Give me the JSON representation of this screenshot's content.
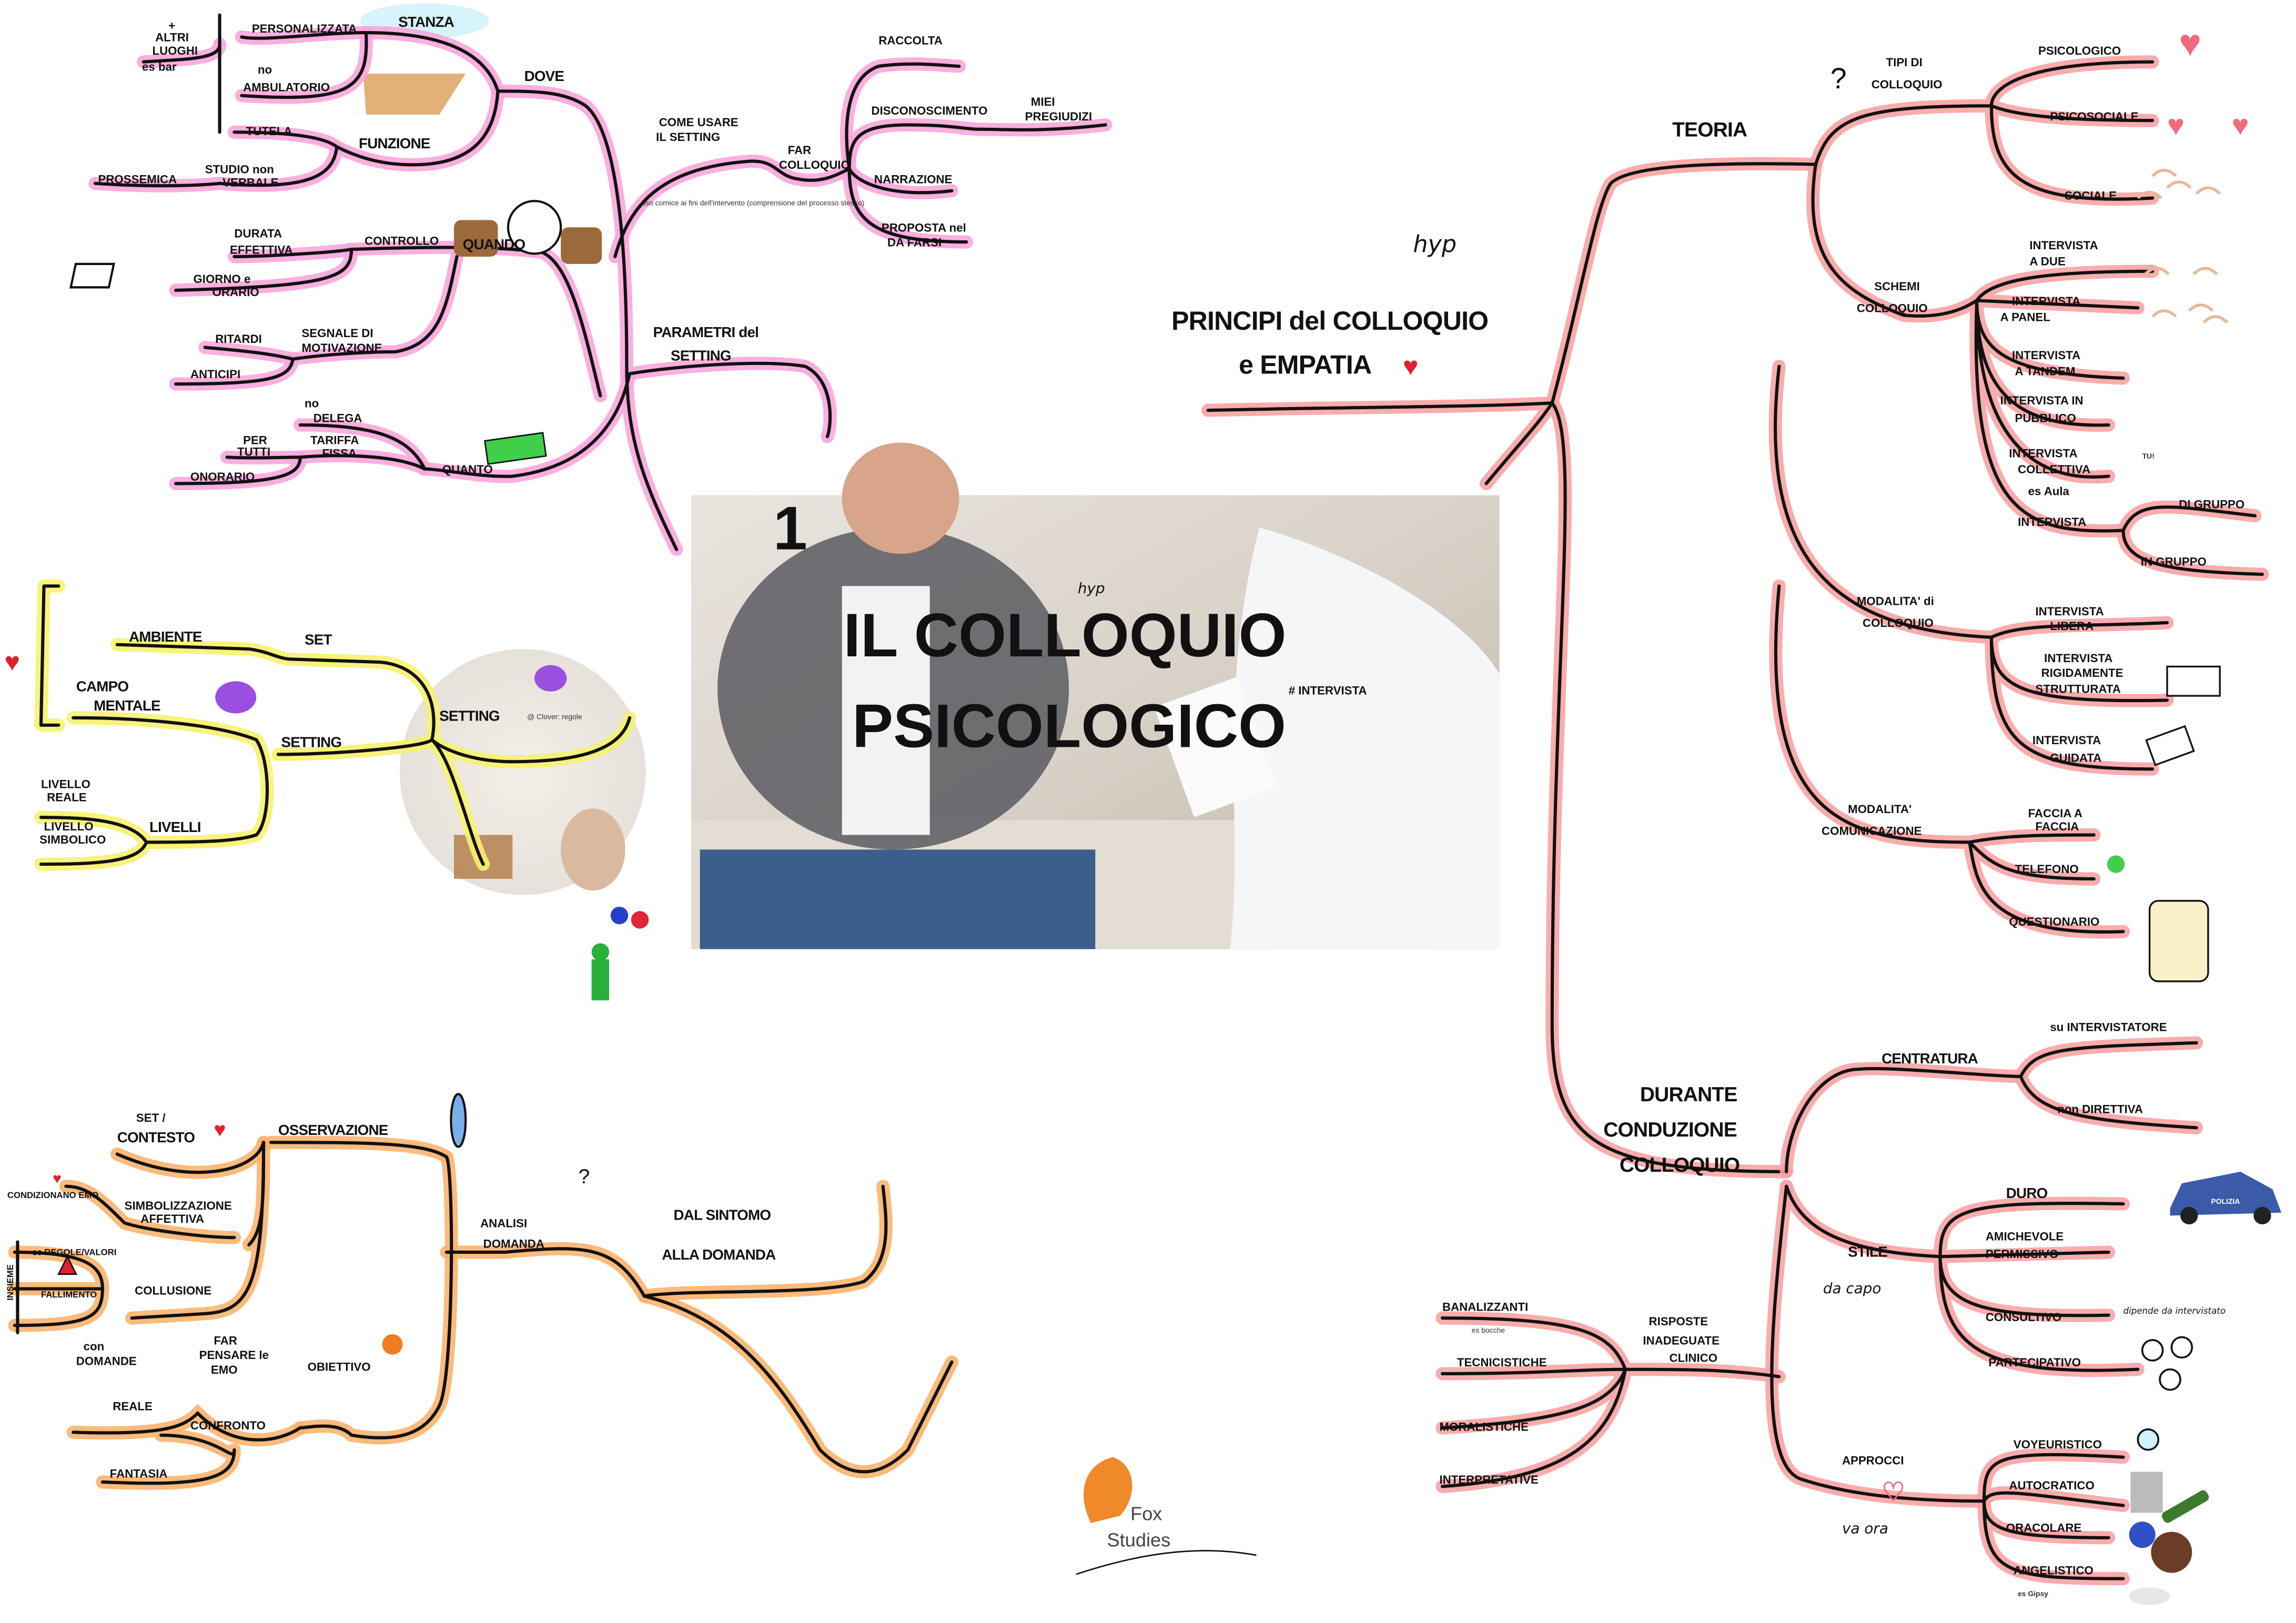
{
  "colors": {
    "setting_branch": "#f9a6dc",
    "theory_branch": "#f8a3a3",
    "analysis_branch": "#fbb46e",
    "levels_branch": "#f6f26e"
  },
  "center": {
    "number": "1",
    "title_line1": "IL COLLOQUIO",
    "title_line2": "PSICOLOGICO",
    "hyp": "hyp",
    "tag": "# INTERVISTA"
  },
  "setting": {
    "root": [
      "PARAMETRI del",
      "SETTING"
    ],
    "dove": "DOVE",
    "stanza": "STANZA",
    "personalizzata": "PERSONALIZZATA",
    "ambulatorio": "AMBULATORIO",
    "no_mark": "no",
    "altri_luoghi": [
      "+",
      "ALTRI",
      "LUOGHI",
      "es bar"
    ],
    "funzione": "FUNZIONE",
    "tutela": "TUTELA",
    "studio": [
      "STUDIO non",
      "VERBALE"
    ],
    "prossemica": "PROSSEMICA",
    "quando": "QUANDO",
    "controllo": "CONTROLLO",
    "durata": [
      "DURATA",
      "EFFETTIVA"
    ],
    "giorno": [
      "GIORNO e",
      "ORARIO"
    ],
    "segnale": [
      "SEGNALE DI",
      "MOTIVAZIONE"
    ],
    "ritardi": "RITARDI",
    "anticipi": "ANTICIPI",
    "quanto": "QUANTO",
    "delega": [
      "no",
      "DELEGA"
    ],
    "tariffa": [
      "TARIFFA",
      "FISSA"
    ],
    "per_tutti": [
      "PER",
      "TUTTI"
    ],
    "onorario": "ONORARIO",
    "come_usare": [
      "COME USARE",
      "IL SETTING"
    ],
    "come_usare_note": "uso cornice ai fini dell'intervento (comprensione del processo stesso)",
    "far_colloquio": [
      "FAR",
      "COLLOQUIO"
    ],
    "raccolta": "RACCOLTA",
    "disconoscimento": "DISCONOSCIMENTO",
    "pregiudizi": [
      "MIEI",
      "PREGIUDIZI"
    ],
    "narrazione": "NARRAZIONE",
    "proposta": [
      "PROPOSTA nel",
      "DA FARSI"
    ]
  },
  "levels": {
    "ambiente": "AMBIENTE",
    "set": "SET",
    "campo": [
      "CAMPO",
      "MENTALE"
    ],
    "setting": "SETTING",
    "livelli": "LIVELLI",
    "reale": [
      "LIVELLO",
      "REALE"
    ],
    "simbolico": [
      "LIVELLO",
      "SIMBOLICO"
    ],
    "circle_title": "SETTING",
    "circle_ref": "@ Clover: regole"
  },
  "analysis": {
    "set_contesto": [
      "SET /",
      "CONTESTO"
    ],
    "osservazione": "OSSERVAZIONE",
    "condizionano": "CONDIZIONANO EMO",
    "simbolizzazione": [
      "SIMBOLIZZAZIONE",
      "AFFETTIVA"
    ],
    "regole": "es REGOLE/VALORI",
    "fallimento": "FALLIMENTO",
    "collusione": "COLLUSIONE",
    "insieme": "INSIEME",
    "analisi": [
      "ANALISI",
      "DOMANDA"
    ],
    "dal_sintomo": [
      "DAL SINTOMO",
      "ALLA DOMANDA"
    ],
    "obiettivo": "OBIETTIVO",
    "far_pensare": [
      "FAR",
      "PENSARE le",
      "EMO"
    ],
    "con_domande": [
      "con",
      "DOMANDE"
    ],
    "confronto": "CONFRONTO",
    "reale": "REALE",
    "fantasia": "FANTASIA"
  },
  "theory": {
    "principi": [
      "PRINCIPI del COLLOQUIO",
      "e EMPATIA"
    ],
    "hyp": "hyp",
    "teoria": "TEORIA",
    "tipi": [
      "TIPI DI",
      "COLLOQUIO"
    ],
    "question": "?",
    "psicologico": "PSICOLOGICO",
    "psicosociale": "PSICOSOCIALE",
    "sociale": "SOCIALE",
    "schemi": [
      "SCHEMI",
      "COLLOQUIO"
    ],
    "a_due": [
      "INTERVISTA",
      "A DUE"
    ],
    "panel": [
      "INTERVISTA",
      "A PANEL"
    ],
    "tandem": [
      "INTERVISTA",
      "A TANDEM"
    ],
    "pubblico": [
      "INTERVISTA IN",
      "PUBBLICO"
    ],
    "collettiva": [
      "INTERVISTA",
      "COLLETTIVA",
      "es Aula"
    ],
    "intervista": "INTERVISTA",
    "di_gruppo": "DI GRUPPO",
    "in_gruppo": "IN GRUPPO",
    "tu": "TU!",
    "modalita_colloquio": [
      "MODALITA' di",
      "COLLOQUIO"
    ],
    "libera": [
      "INTERVISTA",
      "LIBERA"
    ],
    "rigida": [
      "INTERVISTA",
      "RIGIDAMENTE",
      "STRUTTURATA"
    ],
    "guidata": [
      "INTERVISTA",
      "GUIDATA"
    ],
    "modalita_com": [
      "MODALITA'",
      "COMUNICAZIONE"
    ],
    "faccia": [
      "FACCIA A",
      "FACCIA"
    ],
    "telefono": "TELEFONO",
    "questionario": "QUESTIONARIO"
  },
  "conduzione": {
    "root": [
      "DURANTE",
      "CONDUZIONE",
      "COLLOQUIO"
    ],
    "centratura": "CENTRATURA",
    "su_intervistatore": "su INTERVISTATORE",
    "non_direttiva": "non DIRETTIVA",
    "stile": "STILE",
    "da_capo": "da capo",
    "duro": "DURO",
    "amichevole": [
      "AMICHEVOLE",
      "PERMISSIVO"
    ],
    "consultivo": "CONSULTIVO",
    "dipende": "dipende da intervistato",
    "partecipativo": "PARTECIPATIVO",
    "approcci": "APPROCCI",
    "va_ora": "va ora",
    "voyeuristico": "VOYEURISTICO",
    "autocratico": "AUTOCRATICO",
    "oracolare": "ORACOLARE",
    "angelistico": "ANGELISTICO",
    "gipsy": "es Gipsy",
    "risposte": [
      "RISPOSTE",
      "INADEGUATE",
      "CLINICO"
    ],
    "banalizzanti": "BANALIZZANTI",
    "bocche": "es bocche",
    "tecnicistiche": "TECNICISTICHE",
    "moralistiche": "MORALISTICHE",
    "interpretative": "INTERPRETATIVE",
    "police": "POLIZIA"
  },
  "logo": {
    "line1": "Fox",
    "line2": "Studies"
  }
}
